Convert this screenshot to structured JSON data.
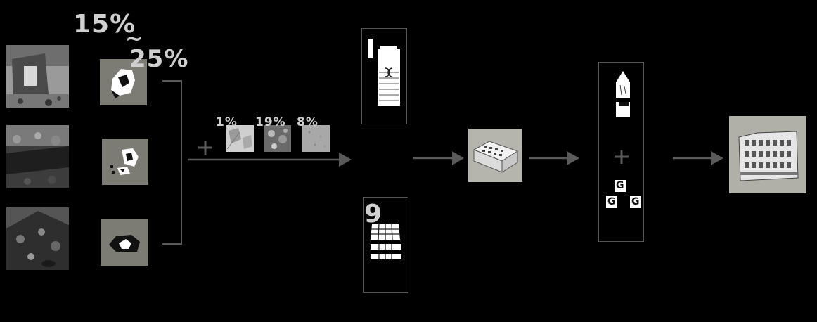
{
  "colors": {
    "background": "#000000",
    "line": "#5a5a5a",
    "tile": "#7d7c74",
    "label": "#cfcfcf"
  },
  "labels": {
    "top_pct": "15%",
    "top_pct2": "25%",
    "tilde": "~",
    "add_1": "1%",
    "add_2": "19%",
    "add_3": "8%",
    "mould_number": "9",
    "plus": "+",
    "g_1": "G",
    "g_2": "G",
    "g_3": "G"
  }
}
